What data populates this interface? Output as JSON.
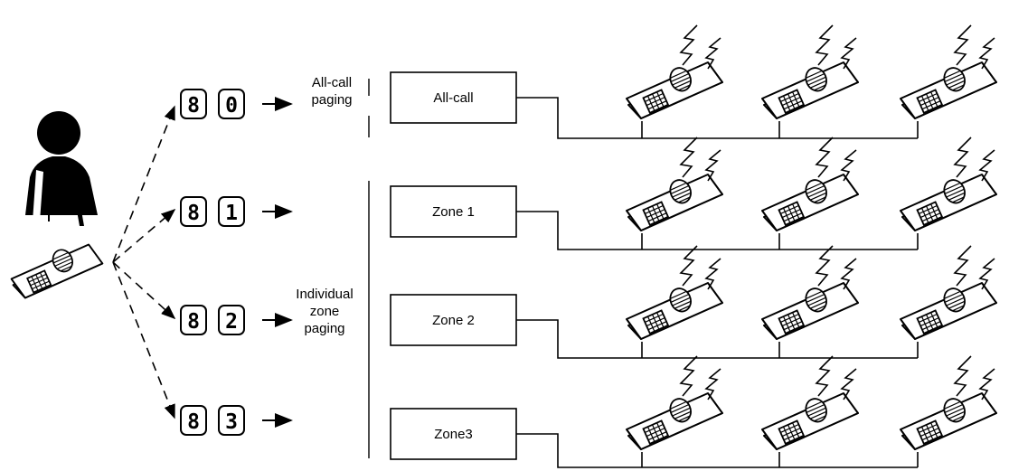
{
  "all_call": {
    "keys": [
      "8",
      "0"
    ],
    "label_line1": "All-call",
    "label_line2": "paging",
    "box_label": "All-call"
  },
  "zones": [
    {
      "keys": [
        "8",
        "1"
      ],
      "box_label": "Zone 1"
    },
    {
      "keys": [
        "8",
        "2"
      ],
      "box_label": "Zone 2"
    },
    {
      "keys": [
        "8",
        "3"
      ],
      "box_label": "Zone3"
    }
  ],
  "individual_label": {
    "line1": "Individual",
    "line2": "zone",
    "line3": "paging"
  },
  "icons": [
    "person-icon",
    "handset-icon",
    "paging-handset-icon"
  ]
}
